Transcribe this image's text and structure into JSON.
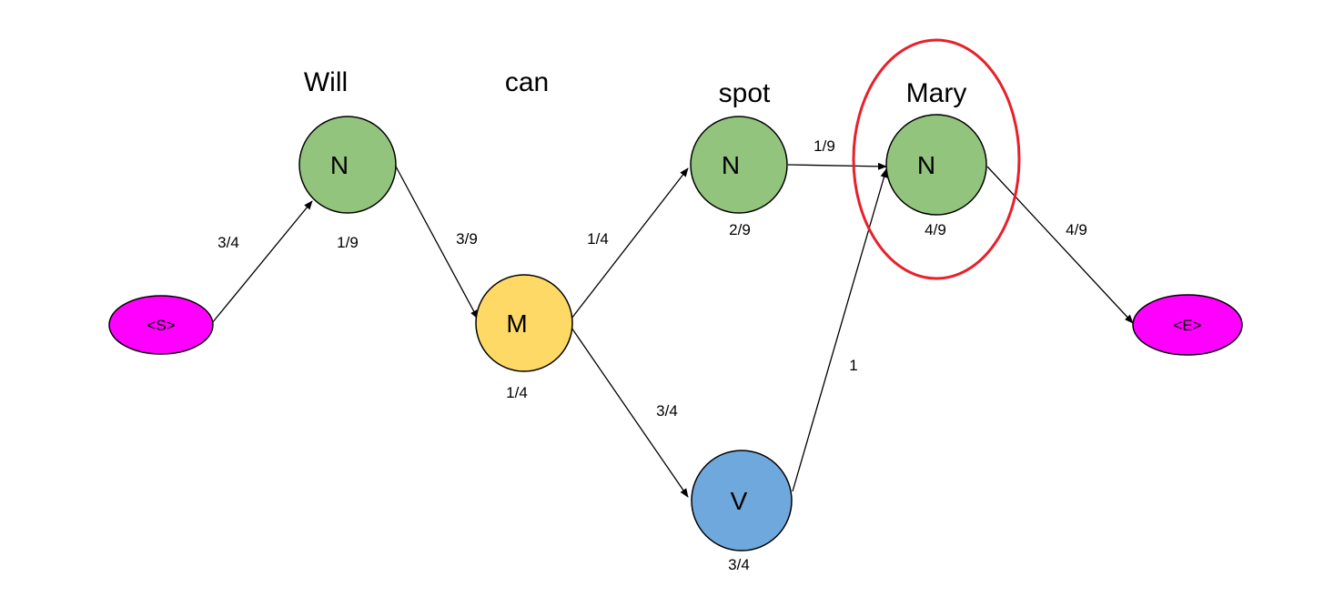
{
  "colors": {
    "noun": "#93c47d",
    "modal": "#ffd966",
    "verb": "#6fa8dc",
    "terminal": "#ff00ff",
    "highlight": "#e8202a",
    "edge": "#000000"
  },
  "words": {
    "will": "Will",
    "can": "can",
    "spot": "spot",
    "mary": "Mary"
  },
  "nodes": {
    "start": {
      "label": "<S>"
    },
    "will_n": {
      "label": "N",
      "prob": "1/9"
    },
    "can_m": {
      "label": "M",
      "prob": "1/4"
    },
    "spot_n": {
      "label": "N",
      "prob": "2/9"
    },
    "spot_v": {
      "label": "V",
      "prob": "3/4"
    },
    "mary_n": {
      "label": "N",
      "prob": "4/9"
    },
    "end": {
      "label": "<E>"
    }
  },
  "edges": {
    "start_to_will": "3/4",
    "will_to_can": "3/9",
    "can_to_spot_n": "1/4",
    "can_to_spot_v": "3/4",
    "spot_n_to_mary": "1/9",
    "spot_v_to_mary": "1",
    "mary_to_end": "4/9"
  }
}
